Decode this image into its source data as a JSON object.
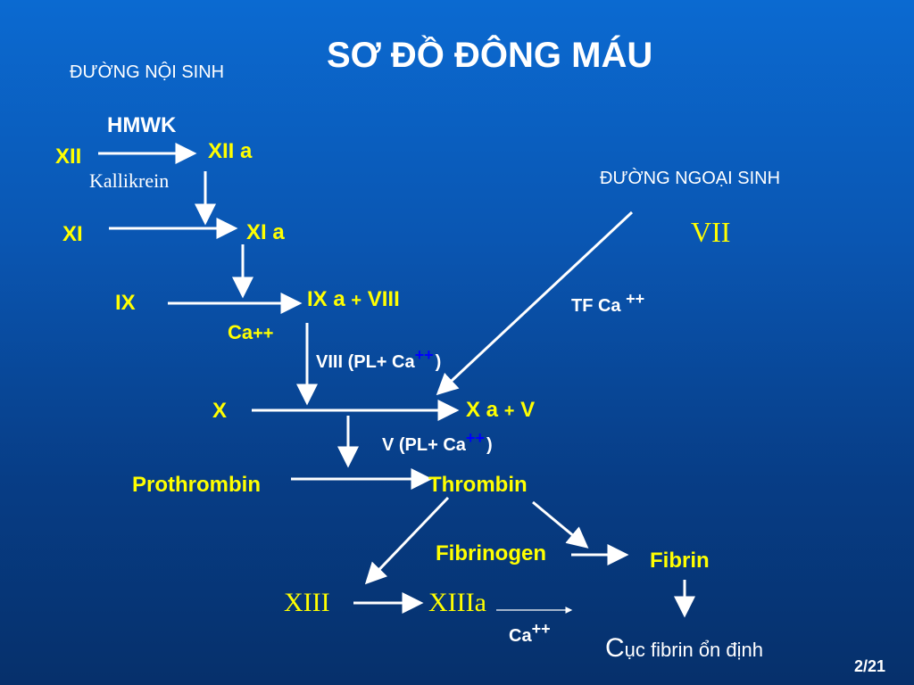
{
  "title": "SƠ ĐỒ ĐÔNG MÁU",
  "intrinsic_label": "ĐƯỜNG NỘI SINH",
  "extrinsic_label": "ĐƯỜNG NGOẠI SINH",
  "nodes": {
    "hmwk": "HMWK",
    "xii": "XII",
    "xiia": "XII a",
    "kallikrein": "Kallikrein",
    "xi": "XI",
    "xia": "XI a",
    "ix": "IX",
    "ixa_viii_a": "IX a",
    "ixa_viii_plus": "+",
    "ixa_viii_b": "VIII",
    "ca_1": "Ca",
    "ca_1_plus": "++",
    "viii_pl_text": "VIII (PL+ Ca",
    "viii_pl_sup": "++",
    "viii_pl_close": ")",
    "vii": "VII",
    "tf_ca_text": "TF Ca",
    "tf_ca_sup": "++",
    "x": "X",
    "xa_v_a": "X a",
    "xa_v_plus": "+",
    "xa_v_b": "V",
    "v_pl_text": "V (PL+ Ca",
    "v_pl_sup": "++",
    "v_pl_close": ")",
    "prothrombin": "Prothrombin",
    "thrombin": "Thrombin",
    "fibrinogen": "Fibrinogen",
    "fibrin": "Fibrin",
    "xiii": "XIII",
    "xiiia": "XIIIa",
    "ca_2_text": "Ca",
    "ca_2_sup": "++",
    "clot_big": "C",
    "clot_rest": "ục fibrin ổn định"
  },
  "page_number": "2/21",
  "colors": {
    "background_top": "#0b6ad1",
    "background_bottom": "#06306b",
    "text_white": "#ffffff",
    "text_yellow": "#ffff00",
    "superscript_blue": "#0000ff"
  }
}
